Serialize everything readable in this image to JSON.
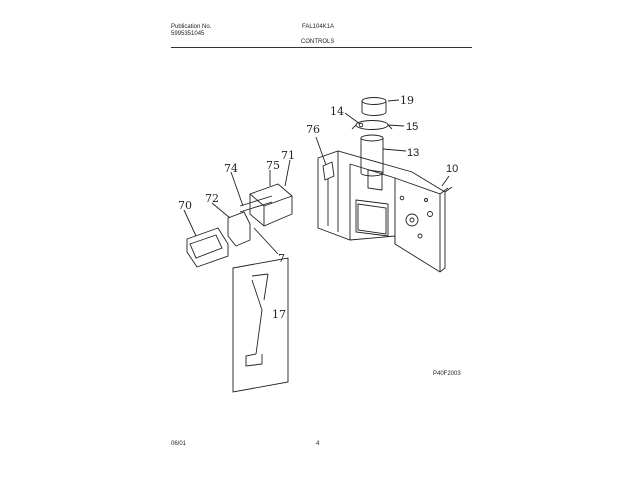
{
  "header": {
    "publication_label": "Publication No.",
    "publication_number": "5995351045",
    "model": "FAL104K1A",
    "section": "CONTROLS"
  },
  "diagram": {
    "code": "P40F2003",
    "part_labels": [
      "19",
      "14",
      "15",
      "13",
      "76",
      "10",
      "71",
      "75",
      "74",
      "72",
      "70",
      "7",
      "17"
    ]
  },
  "footer": {
    "date": "06/01",
    "page": "4"
  }
}
